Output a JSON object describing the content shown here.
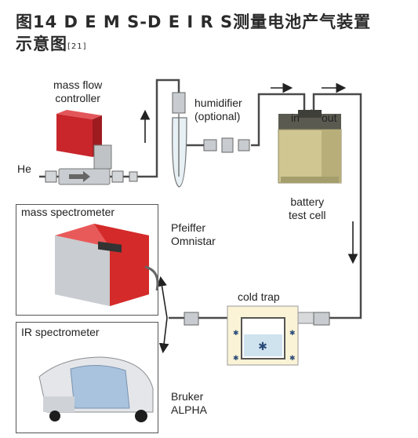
{
  "title": {
    "main": "图14  DEMS-DEIRS测量电池产气装置示意图",
    "line1": "图14  D E M S-D E I R S测量电池产气装置",
    "line2": "示意图",
    "ref": "[21]"
  },
  "labels": {
    "mfc": [
      "mass flow",
      "controller"
    ],
    "he": "He",
    "humidifier": [
      "humidifier",
      "(optional)"
    ],
    "in": "in",
    "out": "out",
    "battery": [
      "battery",
      "test cell"
    ],
    "mass_spec": "mass spectrometer",
    "pfeiffer": [
      "Pfeiffer",
      "Omnistar"
    ],
    "cold_trap": "cold trap",
    "ir_spec": "IR spectrometer",
    "bruker": [
      "Bruker",
      "ALPHA"
    ]
  },
  "colors": {
    "pipe": "#4a4a4a",
    "red": "#c8262b",
    "tan": "#cfc692",
    "ice": "#cfe3ef"
  }
}
